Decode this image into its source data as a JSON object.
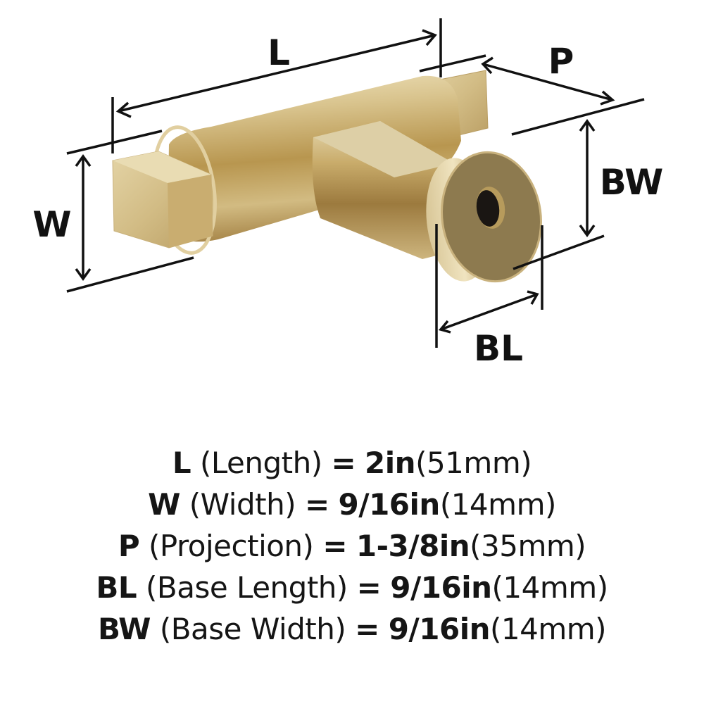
{
  "diagram": {
    "product": "T-bar cabinet knob with round base",
    "finish_colors": {
      "highlight": "#e9dcb3",
      "light": "#d6c38f",
      "mid": "#c0a36a",
      "dark": "#8a6a35",
      "base_face": "#8d7a4f",
      "hole": "#1a1613"
    },
    "line_color": "#111111",
    "labels": {
      "L": "L",
      "P": "P",
      "W": "W",
      "BW": "BW",
      "BL": "BL"
    }
  },
  "specs": [
    {
      "code": "L",
      "name": "(Length)",
      "eq": "=",
      "imperial": "2in",
      "metric": "(51mm)"
    },
    {
      "code": "W",
      "name": "(Width)",
      "eq": "=",
      "imperial": "9/16in",
      "metric": "(14mm)"
    },
    {
      "code": "P",
      "name": "(Projection)",
      "eq": "=",
      "imperial": "1-3/8in",
      "metric": "(35mm)"
    },
    {
      "code": "BL",
      "name": "(Base Length)",
      "eq": "=",
      "imperial": "9/16in",
      "metric": "(14mm)"
    },
    {
      "code": "BW",
      "name": "(Base Width)",
      "eq": "=",
      "imperial": "9/16in",
      "metric": "(14mm)"
    }
  ]
}
